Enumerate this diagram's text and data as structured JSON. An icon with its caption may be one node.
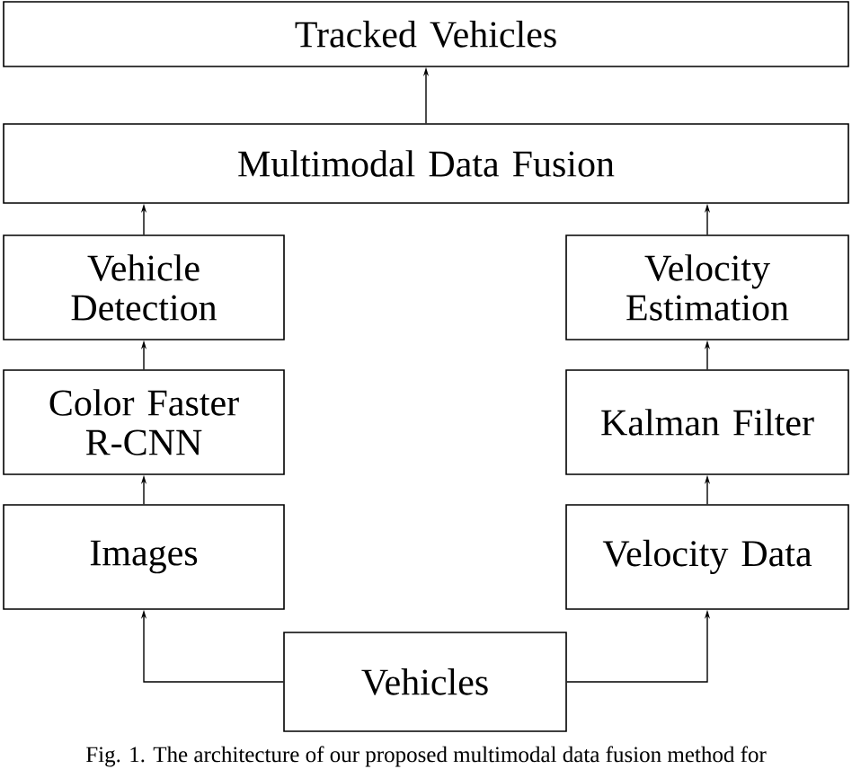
{
  "diagram": {
    "caption": "Fig. 1. The architecture of our proposed multimodal data fusion method for",
    "nodes": [
      {
        "text": [
          "Tracked Vehicles"
        ]
      },
      {
        "text": [
          "Multimodal Data Fusion"
        ]
      },
      {
        "text": [
          "Vehicle Detection"
        ]
      },
      {
        "text": [
          "Velocity Estimation"
        ]
      },
      {
        "text": [
          "Color Faster R-CNN"
        ]
      },
      {
        "text": [
          "Kalman Filter"
        ]
      },
      {
        "text": [
          "Images"
        ]
      },
      {
        "text": [
          "Velocity Data"
        ]
      },
      {
        "text": [
          "Vehicles"
        ]
      }
    ],
    "edges": [
      {
        "from": 1,
        "to": 0,
        "arrow": "to"
      },
      {
        "from": 2,
        "to": 1,
        "arrow": "to"
      },
      {
        "from": 3,
        "to": 1,
        "arrow": "to"
      },
      {
        "from": 4,
        "to": 2,
        "arrow": "to"
      },
      {
        "from": 5,
        "to": 3,
        "arrow": "to"
      },
      {
        "from": 6,
        "to": 4,
        "arrow": "to"
      },
      {
        "from": 7,
        "to": 5,
        "arrow": "to"
      },
      {
        "from": 8,
        "to": 6,
        "arrow": "to"
      },
      {
        "from": 8,
        "to": 7,
        "arrow": "to"
      }
    ]
  }
}
